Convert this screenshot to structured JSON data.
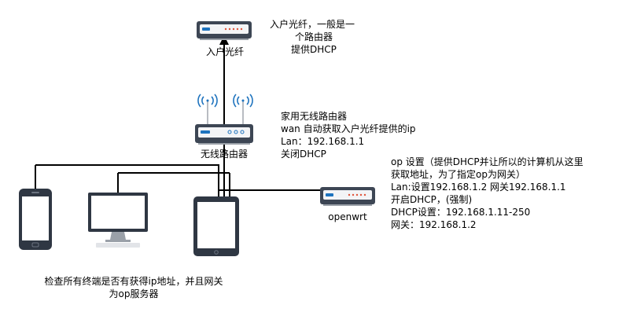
{
  "nodes": {
    "fiber_router": {
      "label": "入户光纤"
    },
    "wifi_router": {
      "label": "无线路由器"
    },
    "openwrt": {
      "label": "openwrt"
    }
  },
  "notes": {
    "fiber": [
      "入户光纤，一般是一",
      "个路由器",
      "提供DHCP"
    ],
    "wifi": [
      "家用无线路由器",
      "wan 自动获取入户光纤提供的ip",
      "Lan：192.168.1.1",
      "关闭DHCP"
    ],
    "openwrt": [
      "op 设置（提供DHCP并让所以的计算机从这里",
      "获取地址，为了指定op为网关）",
      "Lan:设置192.168.1.2 网关192.168.1.1",
      "开启DHCP，(强制)",
      "DHCP设置：192.168.1.11-250",
      "网关：192.168.1.2"
    ],
    "terminals": [
      "检查所有终端是否有获得ip地址，并且网关",
      "为op服务器"
    ]
  },
  "colors": {
    "device_body": "#3d4654",
    "device_face": "#f3f4f6",
    "indicator_blue": "#1e73be",
    "indicator_red": "#e0533a",
    "line": "#000000"
  }
}
